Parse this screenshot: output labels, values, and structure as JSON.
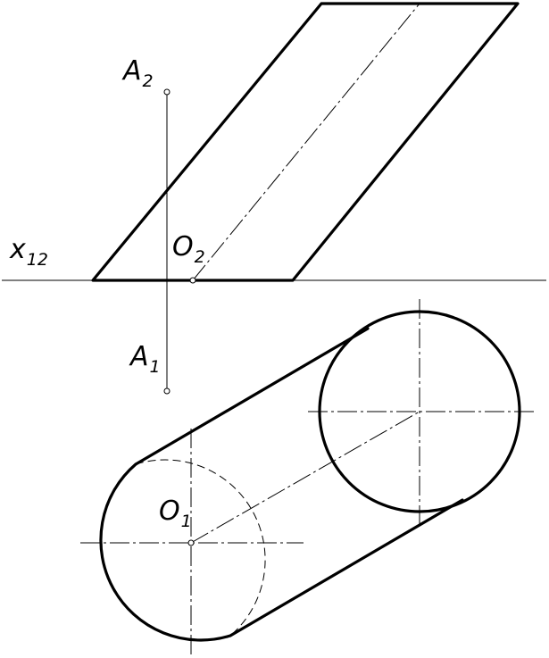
{
  "labels": {
    "x_main": "x",
    "x_sub": "12",
    "a2_main": "A",
    "a2_sub": "2",
    "a1_main": "A",
    "a1_sub": "1",
    "o2_main": "O",
    "o2_sub": "2",
    "o1_main": "O",
    "o1_sub": "1"
  },
  "colors": {
    "line": "#000000",
    "background": "#ffffff"
  }
}
